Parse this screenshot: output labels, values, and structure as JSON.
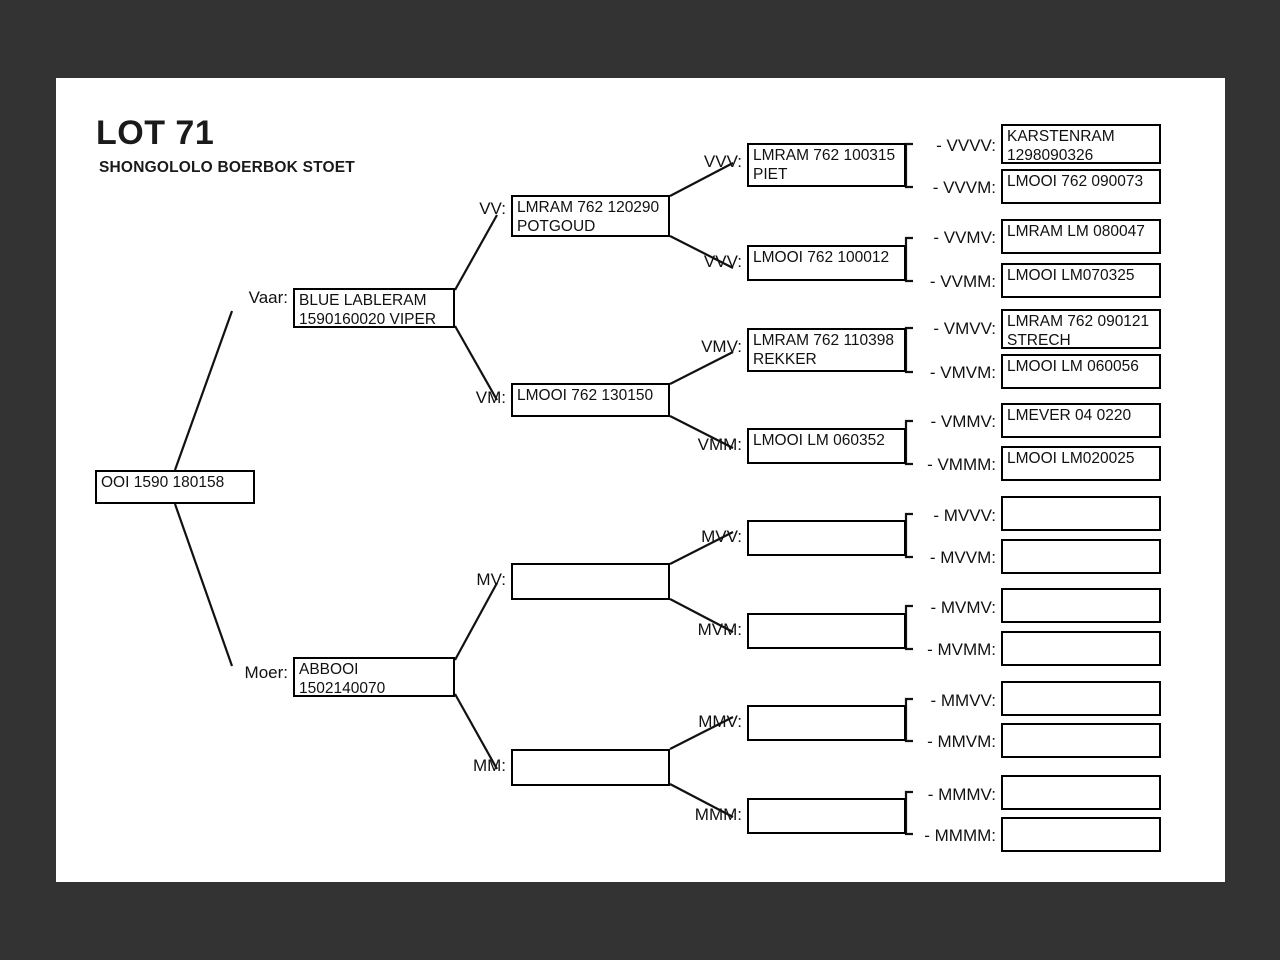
{
  "page": {
    "background_color": "#333333",
    "sheet_color": "#ffffff",
    "ink_color": "#111111"
  },
  "header": {
    "lot_title": "LOT 71",
    "stud_name": "SHONGOLOLO BOERBOK STOET"
  },
  "pedigree": {
    "root": {
      "label": "",
      "value": "OOI 1590 180158"
    },
    "generation1": [
      {
        "code": "Vaar:",
        "value": "BLUE LABLERAM\n1590160020 VIPER"
      },
      {
        "code": "Moer:",
        "value": "ABBOOI\n1502140070"
      }
    ],
    "generation2": [
      {
        "code": "VV:",
        "value": "LMRAM 762 120290\nPOTGOUD"
      },
      {
        "code": "VM:",
        "value": "LMOOI 762 130150"
      },
      {
        "code": "MV:",
        "value": ""
      },
      {
        "code": "MM:",
        "value": ""
      }
    ],
    "generation3": [
      {
        "code": "VVV:",
        "value": "LMRAM 762 100315\nPIET"
      },
      {
        "code": "VVV:",
        "value": "LMOOI 762 100012"
      },
      {
        "code": "VMV:",
        "value": "LMRAM 762 110398\nREKKER"
      },
      {
        "code": "VMM:",
        "value": "LMOOI LM 060352"
      },
      {
        "code": "MVV:",
        "value": ""
      },
      {
        "code": "MVM:",
        "value": ""
      },
      {
        "code": "MMV:",
        "value": ""
      },
      {
        "code": "MMM:",
        "value": ""
      }
    ],
    "generation4": [
      {
        "code": "- VVVV:",
        "value": "KARSTENRAM\n1298090326"
      },
      {
        "code": "- VVVM:",
        "value": "LMOOI 762 090073"
      },
      {
        "code": "- VVMV:",
        "value": "LMRAM LM 080047"
      },
      {
        "code": "- VVMM:",
        "value": "LMOOI LM070325"
      },
      {
        "code": "- VMVV:",
        "value": "LMRAM 762 090121\nSTRECH"
      },
      {
        "code": "- VMVM:",
        "value": "LMOOI LM 060056"
      },
      {
        "code": "- VMMV:",
        "value": "LMEVER 04 0220"
      },
      {
        "code": "- VMMM:",
        "value": "LMOOI LM020025"
      },
      {
        "code": "- MVVV:",
        "value": ""
      },
      {
        "code": "- MVVM:",
        "value": ""
      },
      {
        "code": "- MVMV:",
        "value": ""
      },
      {
        "code": "- MVMM:",
        "value": ""
      },
      {
        "code": "- MMVV:",
        "value": ""
      },
      {
        "code": "- MMVM:",
        "value": ""
      },
      {
        "code": "- MMMV:",
        "value": ""
      },
      {
        "code": "- MMMM:",
        "value": ""
      }
    ]
  }
}
